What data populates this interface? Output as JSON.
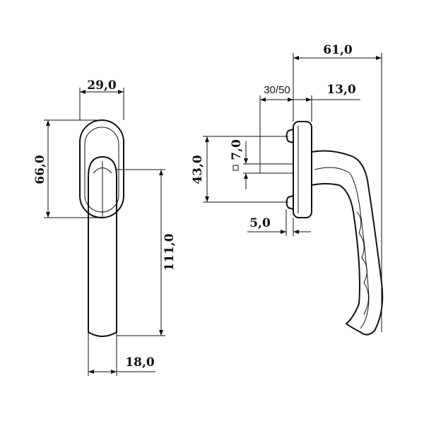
{
  "front_view": {
    "width_top": "29,0",
    "rose_height": "66,0",
    "handle_length": "111,0",
    "handle_width": "18,0"
  },
  "side_view": {
    "total_depth": "61,0",
    "spindle_length": "30/50",
    "rose_depth": "13,0",
    "spindle_square": "7,0",
    "screw_spacing": "43,0",
    "offset": "5,0"
  }
}
